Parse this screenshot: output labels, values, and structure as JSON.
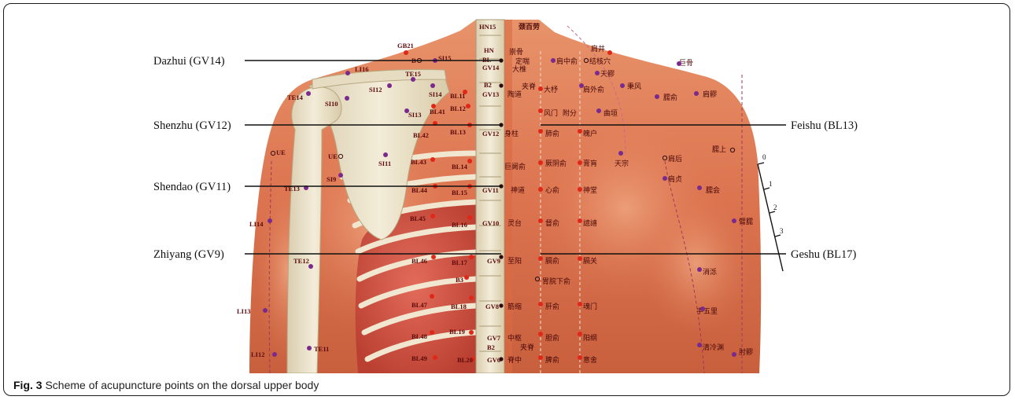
{
  "caption": {
    "label": "Fig. 3",
    "text": "Scheme of acupuncture points on the dorsal upper body"
  },
  "callouts": {
    "dazhui": "Dazhui (GV14)",
    "shenzhu": "Shenzhu (GV12)",
    "shendao": "Shendao (GV11)",
    "zhiyang": "Zhiyang (GV9)",
    "feishu": "Feishu (BL13)",
    "geshu": "Geshu (BL17)"
  },
  "spine_labels": [
    "HN15",
    "HN",
    "BL",
    "GV14",
    "B2",
    "GV13",
    "GV12",
    "GV11",
    "GV10",
    "GV9",
    "GV8",
    "GV7",
    "B2",
    "GV6"
  ],
  "left_point_labels": [
    "GB21",
    "B",
    "SI15",
    "LI16",
    "TE15",
    "SI12",
    "SI14",
    "TE14",
    "SI10",
    "BL11",
    "BL12",
    "SI13",
    "BL41",
    "BL42",
    "BL13",
    "UE",
    "UE",
    "SI11",
    "BL43",
    "BL14",
    "SI9",
    "TE13",
    "BL44",
    "BL15",
    "LI14",
    "BL45",
    "BL16",
    "TE12",
    "BL46",
    "BL17",
    "B3",
    "LI13",
    "BL47",
    "BL18",
    "BL48",
    "BL19",
    "TE11",
    "LI12",
    "BL49",
    "BL20"
  ],
  "chinese_labels": [
    "颈百劳",
    "肩井",
    "崇骨",
    "定喘",
    "肩中俞",
    "结核穴",
    "大椎",
    "巨骨",
    "天髎",
    "夹脊",
    "大杼",
    "肩外俞",
    "秉风",
    "陶道",
    "臑俞",
    "肩髎",
    "风门",
    "附分",
    "曲垣",
    "身柱",
    "肺俞",
    "魄户",
    "臑上",
    "巨阙俞",
    "厥阴俞",
    "膏肓",
    "天宗",
    "肩后",
    "肩贞",
    "心俞",
    "神道",
    "神堂",
    "臑会",
    "灵台",
    "督俞",
    "譩譆",
    "臂臑",
    "至阳",
    "膈俞",
    "膈关",
    "消泺",
    "胃脘下俞",
    "筋缩",
    "肝俞",
    "魂门",
    "手五里",
    "中枢",
    "胆俞",
    "阳纲",
    "夹脊",
    "清冷渊",
    "脊中",
    "脾俞",
    "意舍",
    "肘髎"
  ],
  "scale_ticks": [
    "0",
    "1",
    "2",
    "3"
  ],
  "colors": {
    "skin": "#e07a52",
    "bone": "#ece3cc",
    "red_point": "#e02818",
    "purple_point": "#7a2a8c"
  }
}
